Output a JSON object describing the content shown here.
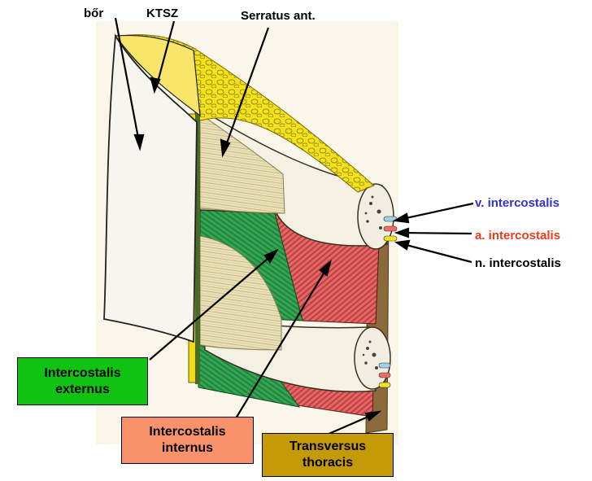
{
  "labels": {
    "bor": "bőr",
    "ktsz": "KTSZ",
    "serratus": "Serratus ant.",
    "vein": "v. intercostalis",
    "artery": "a. intercostalis",
    "nerve": "n. intercostalis"
  },
  "boxes": {
    "externus": {
      "line1": "Intercostalis",
      "line2": "externus"
    },
    "internus": {
      "line1": "Intercostalis",
      "line2": "internus"
    },
    "transversus": {
      "line1": "Transversus",
      "line2": "thoracis"
    }
  },
  "colors": {
    "vein_text": "#3333cc",
    "artery_text": "#ee3a1a",
    "nerve_text": "#000000",
    "externus_box": "#11c311",
    "internus_box": "#f9926b",
    "transversus_box": "#c49a06",
    "skin": "#f6f5ef",
    "fat": "#f0e020",
    "serratus_muscle": "#e8dfb5",
    "ext_muscle": "#2ea050",
    "int_muscle": "#e06060",
    "rib": "#f2efe2",
    "background_panel": "#fbf6e8"
  }
}
